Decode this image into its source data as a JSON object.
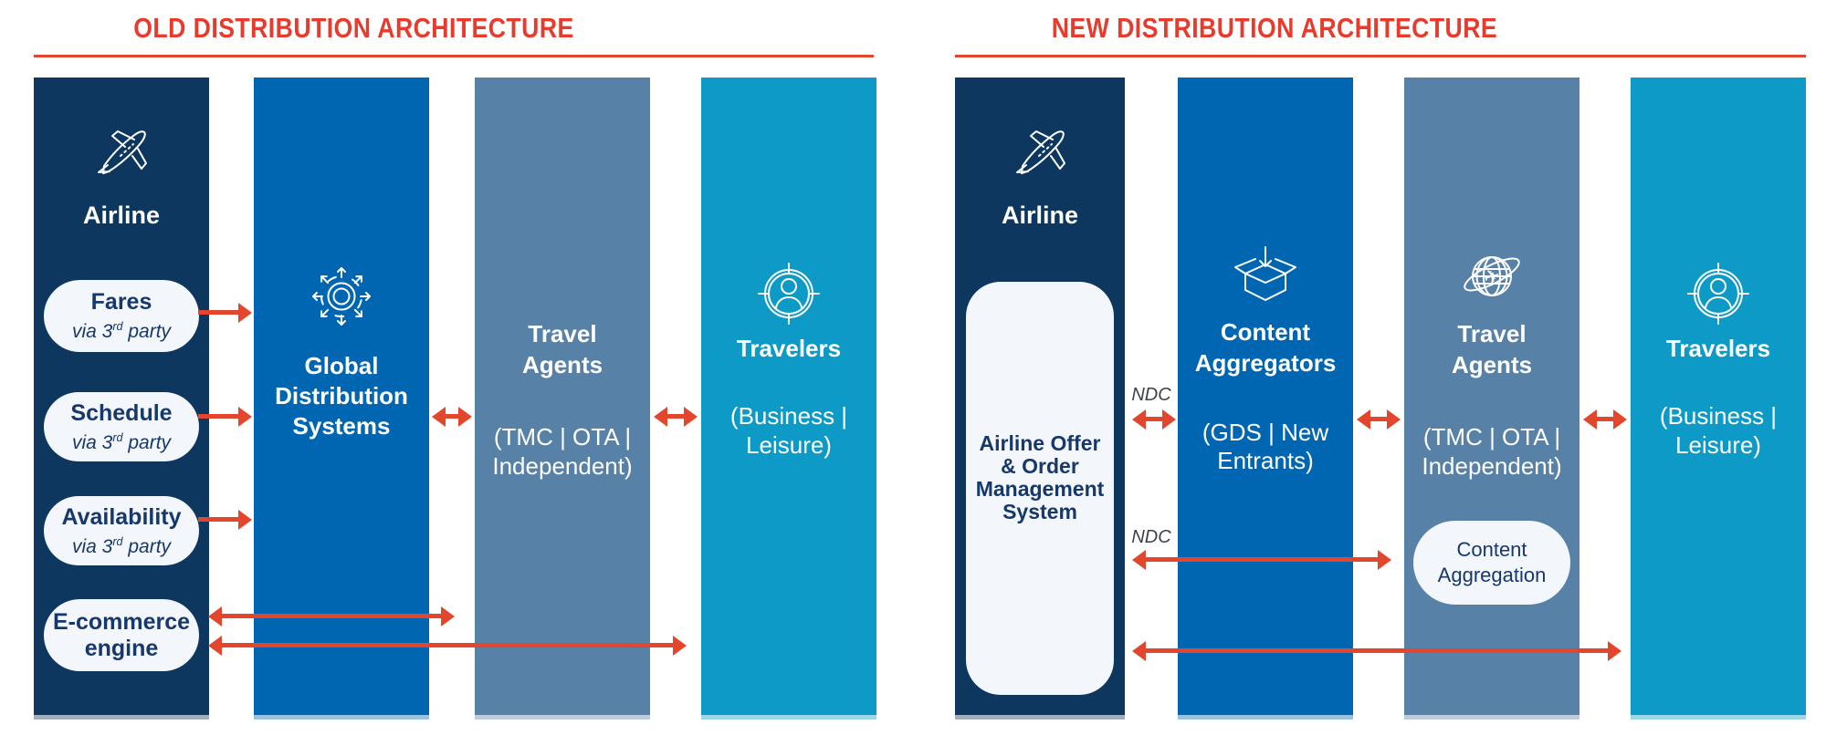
{
  "palette": {
    "navy": "#0E375F",
    "blue": "#0066B2",
    "steel": "#5881A8",
    "cyan": "#0E9AC7",
    "red": "#E2472E",
    "title_red": "#E63B2D",
    "pill_bg": "#F3F6FA",
    "ink": "#16386B",
    "ndc_ink": "#3C4247"
  },
  "icons": {
    "airline": "plane-icon",
    "gds": "distribution-network-icon",
    "travelers": "traveler-target-icon",
    "aggregators": "open-box-download-icon",
    "travel_agents_new": "globe-plane-icon"
  },
  "old": {
    "title": "OLD DISTRIBUTION ARCHITECTURE",
    "airline": {
      "label": "Airline",
      "pills": [
        {
          "title": "Fares",
          "via_prefix": "via 3",
          "via_sup": "rd",
          "via_suffix": " party"
        },
        {
          "title": "Schedule",
          "via_prefix": "via 3",
          "via_sup": "rd",
          "via_suffix": " party"
        },
        {
          "title": "Availability",
          "via_prefix": "via 3",
          "via_sup": "rd",
          "via_suffix": " party"
        },
        {
          "line1": "E-commerce",
          "line2": "engine"
        }
      ]
    },
    "gds": {
      "line1": "Global",
      "line2": "Distribution",
      "line3": "Systems"
    },
    "travel_agents": {
      "line1": "Travel",
      "line2": "Agents",
      "sub1": "(TMC | OTA |",
      "sub2": "Independent)"
    },
    "travelers": {
      "label": "Travelers",
      "sub1": "(Business |",
      "sub2": "Leisure)"
    }
  },
  "new": {
    "title": "NEW DISTRIBUTION ARCHITECTURE",
    "airline": {
      "label": "Airline",
      "box_line1": "Airline Offer",
      "box_line2": "& Order",
      "box_line3": "Management",
      "box_line4": "System"
    },
    "aggregators": {
      "line1": "Content",
      "line2": "Aggregators",
      "sub1": "(GDS | New",
      "sub2": "Entrants)"
    },
    "travel_agents": {
      "line1": "Travel",
      "line2": "Agents",
      "sub1": "(TMC | OTA |",
      "sub2": "Independent)",
      "pill_line1": "Content",
      "pill_line2": "Aggregation"
    },
    "travelers": {
      "label": "Travelers",
      "sub1": "(Business |",
      "sub2": "Leisure)"
    },
    "ndc1": "NDC",
    "ndc2": "NDC"
  }
}
